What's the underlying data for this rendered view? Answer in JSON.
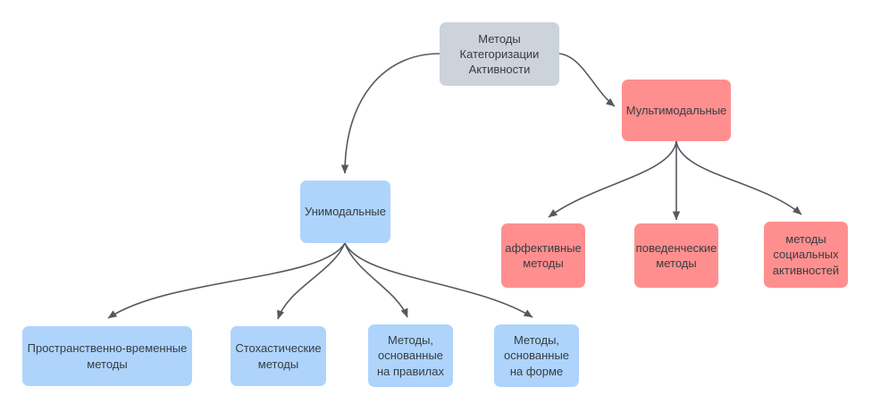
{
  "diagram": {
    "nodes": {
      "root": {
        "label": "Методы Категоризации Активности"
      },
      "multimodal": {
        "label": "Мультимодальные"
      },
      "unimodal": {
        "label": "Унимодальные"
      },
      "affective": {
        "label": "аффективные методы"
      },
      "behavioral": {
        "label": "поведенческие методы"
      },
      "social": {
        "label": "методы социальных активностей"
      },
      "spatiotemporal": {
        "label": "Пространственно-временные методы"
      },
      "stochastic": {
        "label": "Стохастические методы"
      },
      "rule_based": {
        "label": "Методы, основанные на правилах"
      },
      "shape_based": {
        "label": "Методы, основанные на форме"
      }
    },
    "colors": {
      "root_fill": "#ccd3da",
      "unimodal_fill": "#aed4fc",
      "multimodal_fill": "#ff8f8f",
      "connector": "#56595e",
      "text": "#383c41"
    }
  }
}
